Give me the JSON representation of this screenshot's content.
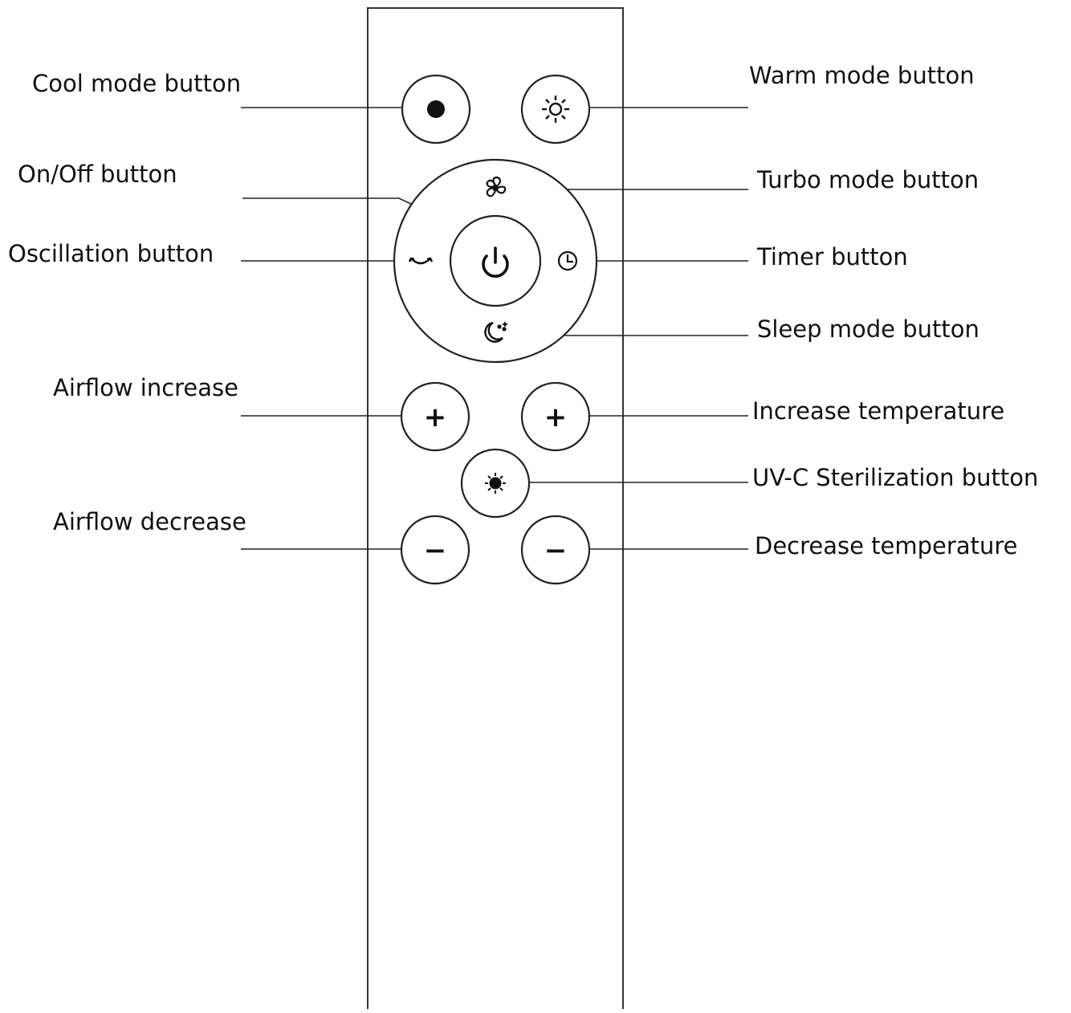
{
  "labels": {
    "cool_mode": "Cool mode button",
    "warm_mode": "Warm mode button",
    "on_off": "On/Off button",
    "turbo_mode": "Turbo mode button",
    "oscillation": "Oscillation button",
    "timer": "Timer button",
    "sleep_mode": "Sleep mode button",
    "airflow_increase": "Airflow increase",
    "increase_temperature": "Increase temperature",
    "uvc_sterilization": "UV-C Sterilization button",
    "airflow_decrease": "Airflow decrease",
    "decrease_temperature": "Decrease temperature"
  },
  "buttons": {
    "plus_symbol": "+",
    "minus_symbol": "−"
  },
  "icons": {
    "cool_mode": "filled-circle-icon",
    "warm_mode": "sun-icon",
    "power": "power-icon",
    "turbo": "fan-icon",
    "oscillation": "oscillation-arrow-icon",
    "timer": "clock-icon",
    "sleep": "moon-stars-icon",
    "uvc": "uv-sun-icon"
  },
  "colors": {
    "line": "#222222",
    "background": "#ffffff"
  }
}
